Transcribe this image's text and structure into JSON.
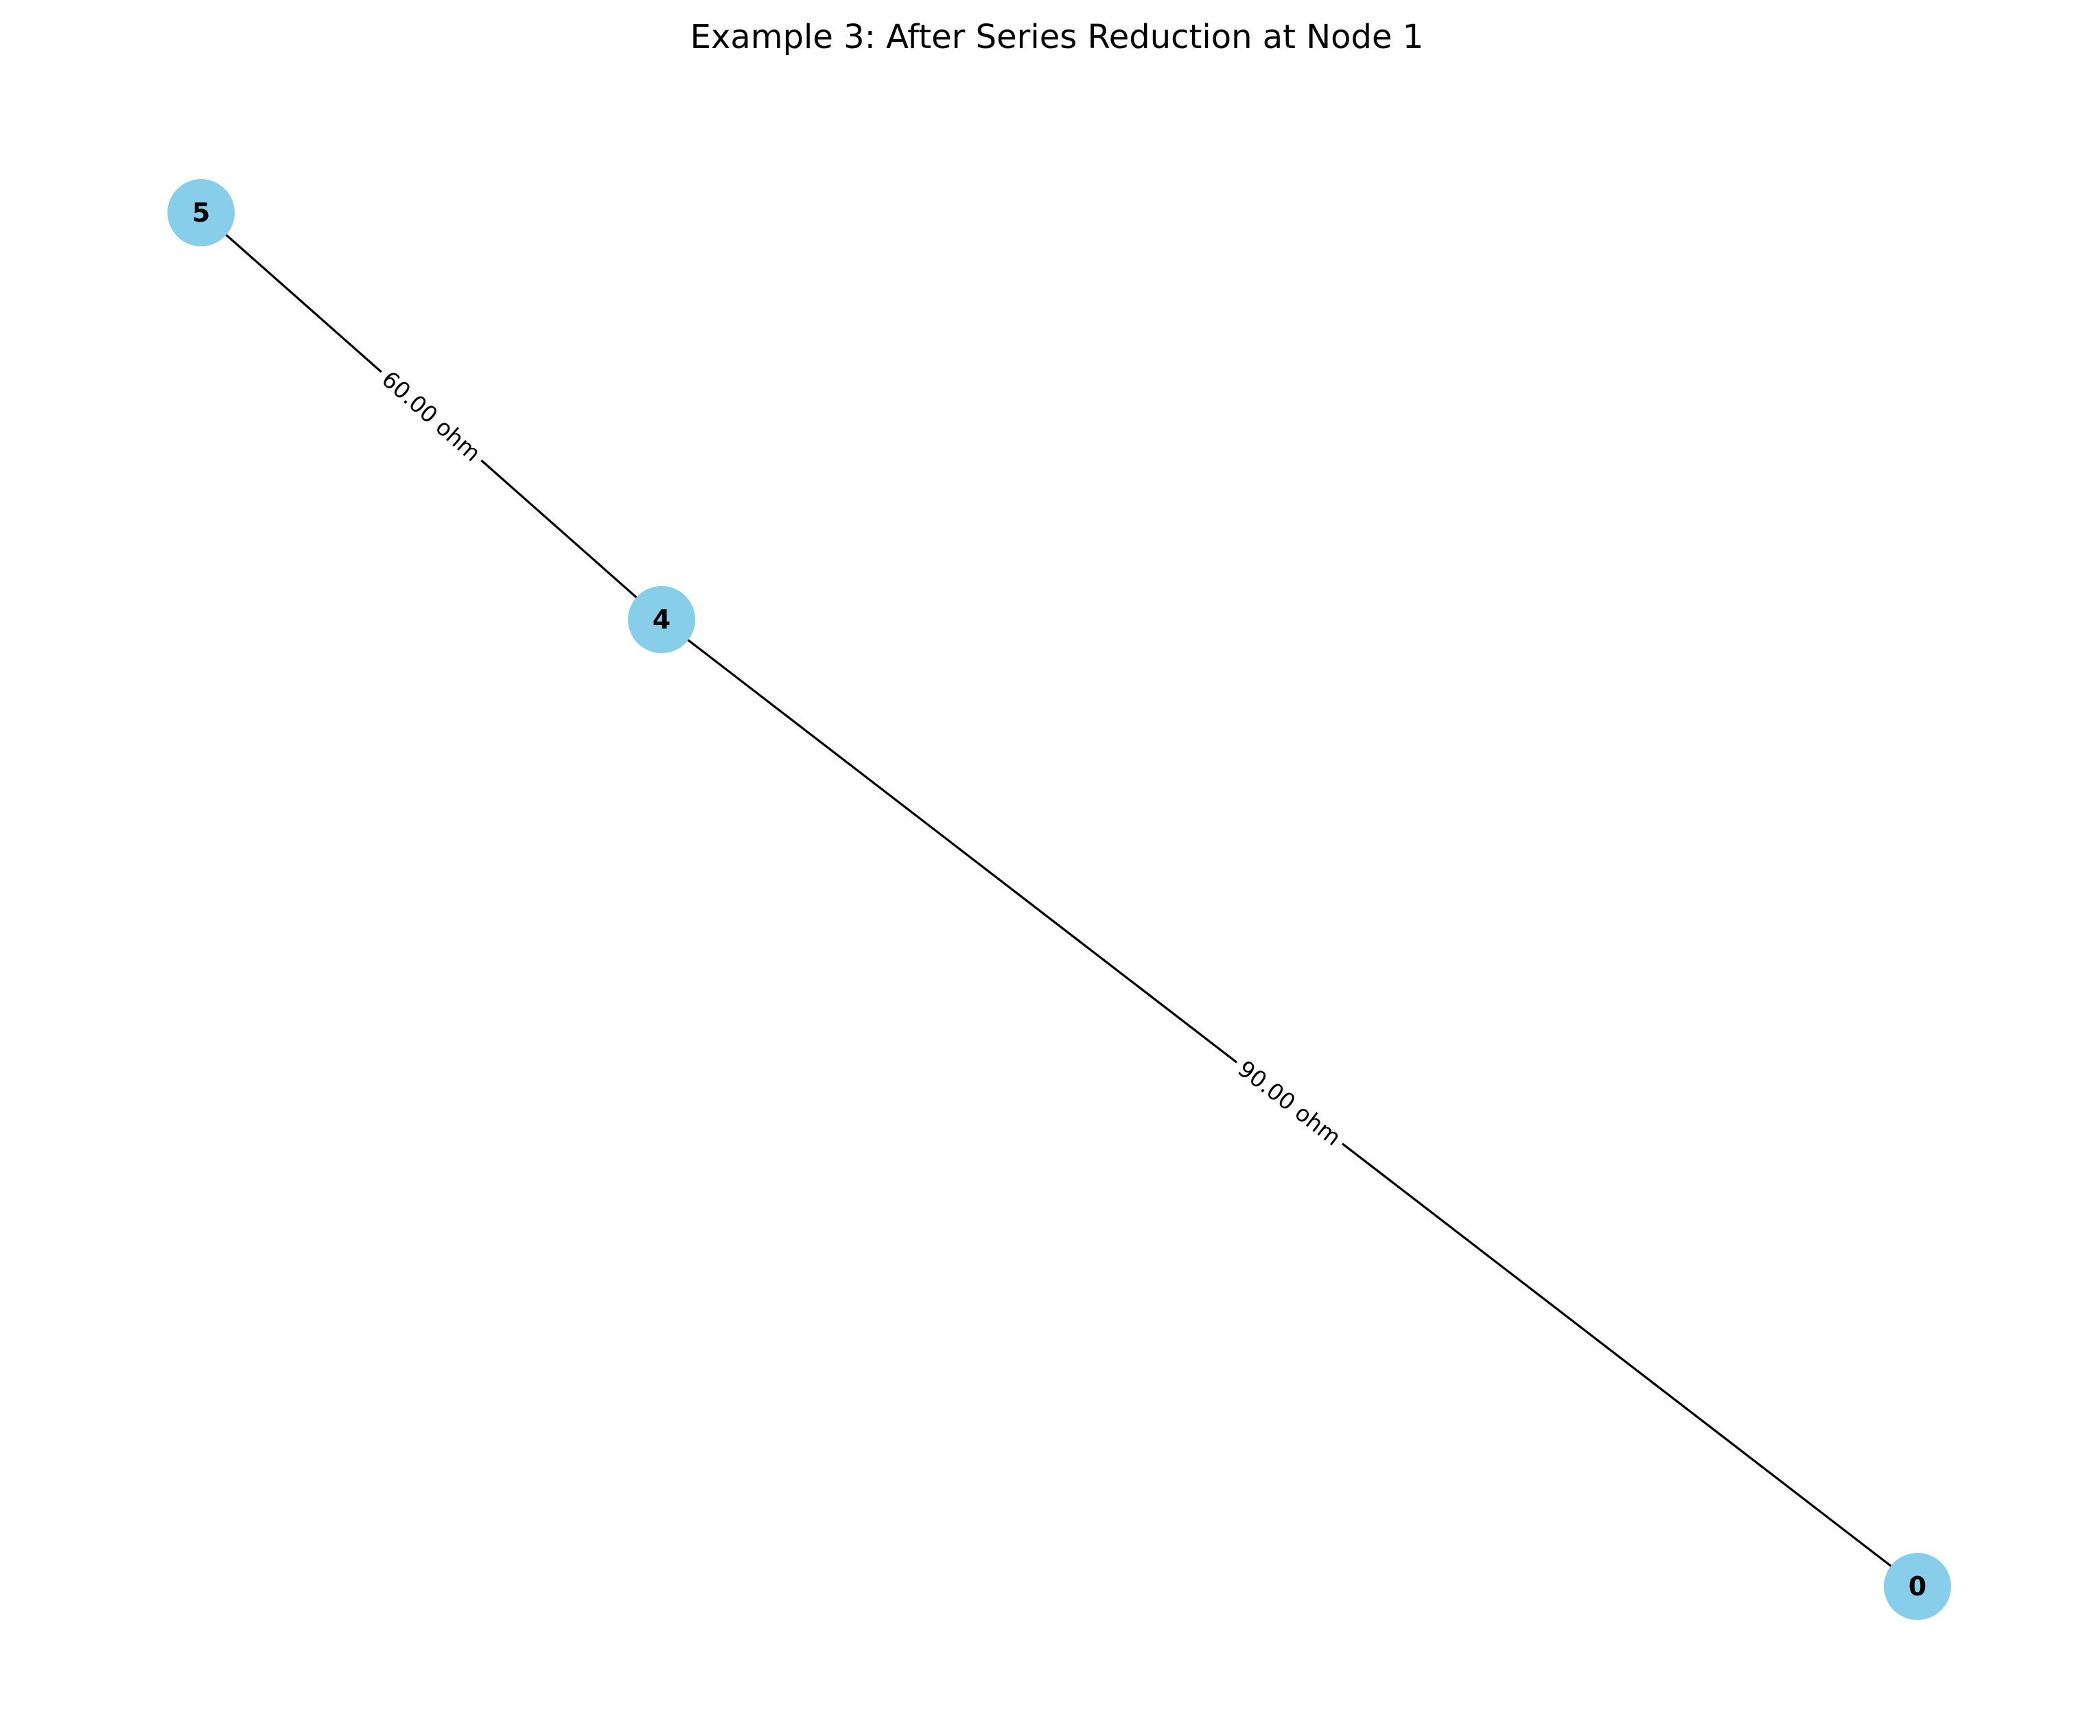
{
  "title": "Example 3: After Series Reduction at Node 1",
  "colors": {
    "node_fill": "#87ceeb",
    "edge_stroke": "#000000",
    "label_background": "#ffffff",
    "text": "#000000"
  },
  "nodes": [
    {
      "id": "5",
      "label": "5"
    },
    {
      "id": "4",
      "label": "4"
    },
    {
      "id": "0",
      "label": "0"
    }
  ],
  "edges": [
    {
      "source": "5",
      "target": "4",
      "label": "60.00 ohm"
    },
    {
      "source": "4",
      "target": "0",
      "label": "90.00 ohm"
    }
  ]
}
